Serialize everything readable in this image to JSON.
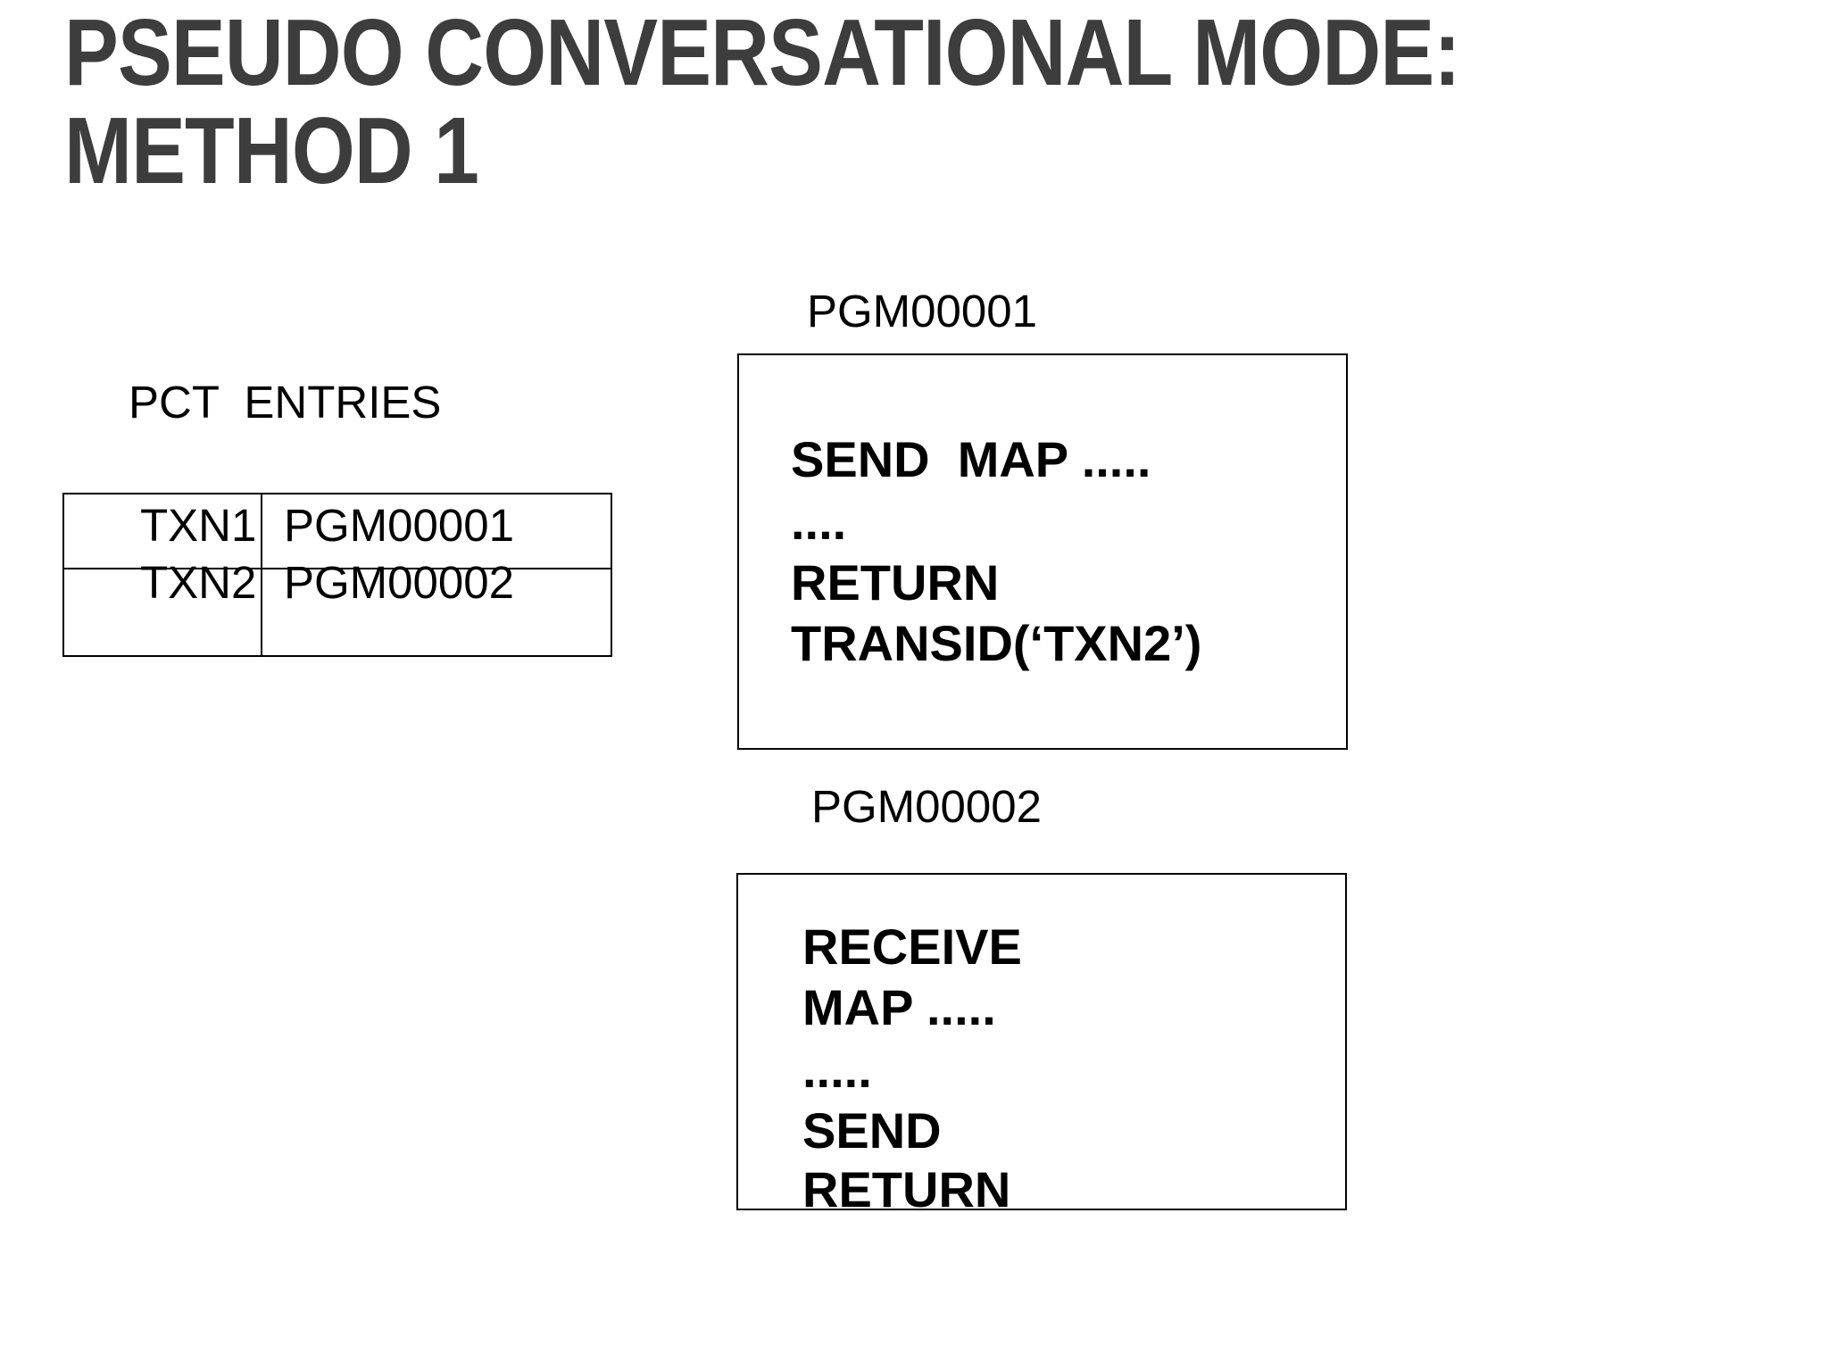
{
  "title": {
    "line1": "PSEUDO CONVERSATIONAL MODE:",
    "line2": "METHOD 1"
  },
  "pct": {
    "label": "PCT  ENTRIES",
    "rows": [
      {
        "transaction": "TXN1",
        "program": "PGM00001"
      },
      {
        "transaction": "TXN2",
        "program": "PGM00002"
      }
    ]
  },
  "programs": [
    {
      "name": "PGM00001",
      "code": [
        "SEND  MAP .....",
        "....",
        "RETURN",
        "TRANSID(‘TXN2’)"
      ]
    },
    {
      "name": "PGM00002",
      "code": [
        "RECEIVE",
        "MAP .....",
        ".....",
        "SEND",
        "RETURN"
      ]
    }
  ],
  "colors": {
    "title": "#3d3d3d",
    "text": "#000000",
    "border": "#000000",
    "background": "#ffffff"
  }
}
